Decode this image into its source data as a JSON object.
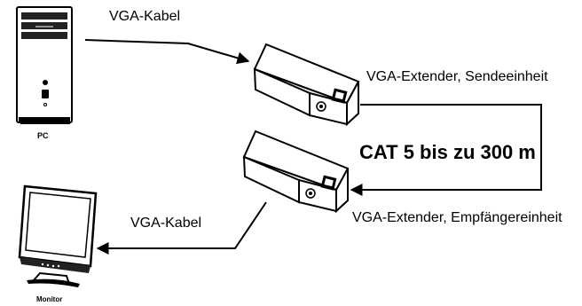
{
  "labels": {
    "vga_cable_top": "VGA-Kabel",
    "vga_cable_bottom": "VGA-Kabel",
    "pc": "PC",
    "monitor": "Monitor",
    "sender": "VGA-Extender, Sendeeinheit",
    "receiver": "VGA-Extender, Empfängereinheit",
    "cat5": "CAT 5 bis zu 300 m"
  },
  "colors": {
    "line": "#000000",
    "device_fill": "#ffffff",
    "device_shadow": "#e6e6e6"
  },
  "icons": {
    "pc": "pc-tower-icon",
    "monitor": "monitor-icon",
    "sender": "vga-extender-sender-icon",
    "receiver": "vga-extender-receiver-icon"
  }
}
